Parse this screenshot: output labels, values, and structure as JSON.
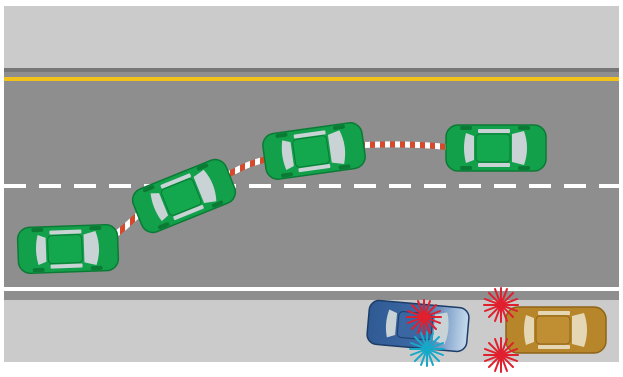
{
  "diagram": {
    "colors": {
      "background": "#ffffff",
      "shoulder": "#cbcbcb",
      "road": "#8e8e8e",
      "road_edge": "#6f6f6f",
      "yellow_line": "#f2c21a",
      "white_line": "#ffffff",
      "path_stripe_a": "#d8482b",
      "path_stripe_b": "#ffffff",
      "green_car": "#12a04a",
      "green_car_dark": "#0b7a35",
      "window": "#c9d3d6",
      "police_blue": "#2f5a93",
      "police_blue_dark": "#1c3d68",
      "tan_car": "#b8862a",
      "tan_car_dark": "#8d6418",
      "flash_red": "#e0202e",
      "flash_cyan": "#17a8c8"
    },
    "icons": {
      "green_car": "sedan-top-view-icon",
      "police_car": "police-car-icon",
      "stopped_car": "sedan-top-view-icon",
      "light_flash": "emergency-light-flash-icon"
    },
    "scene": {
      "lanes": 2,
      "moving_car_positions": 4,
      "emergency_vehicle": "police",
      "stopped_vehicle_on_shoulder": true,
      "flashing_lights": 4
    }
  }
}
